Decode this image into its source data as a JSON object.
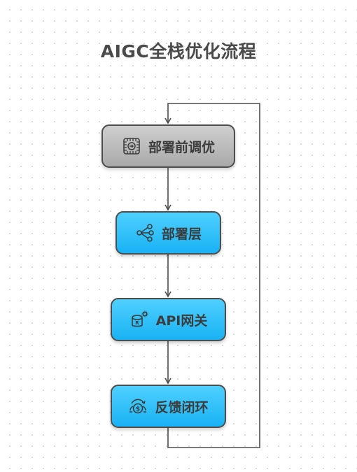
{
  "title": "AIGC全栈优化流程",
  "nodes": [
    {
      "label": "部署前调优",
      "icon": "processor-chip-icon",
      "style": "gray"
    },
    {
      "label": "部署层",
      "icon": "share-nodes-icon",
      "style": "blue"
    },
    {
      "label": "API网关",
      "icon": "database-gear-icon",
      "style": "blue"
    },
    {
      "label": "反馈闭环",
      "icon": "money-cycle-icon",
      "style": "blue"
    }
  ],
  "colors": {
    "gray_start": "#cfcfcf",
    "gray_end": "#a9a9a9",
    "blue_start": "#4fd0ff",
    "blue_end": "#19b2f4",
    "border": "#4d4d4d",
    "connector": "#4d4d4d",
    "title": "#4a4a4a"
  }
}
